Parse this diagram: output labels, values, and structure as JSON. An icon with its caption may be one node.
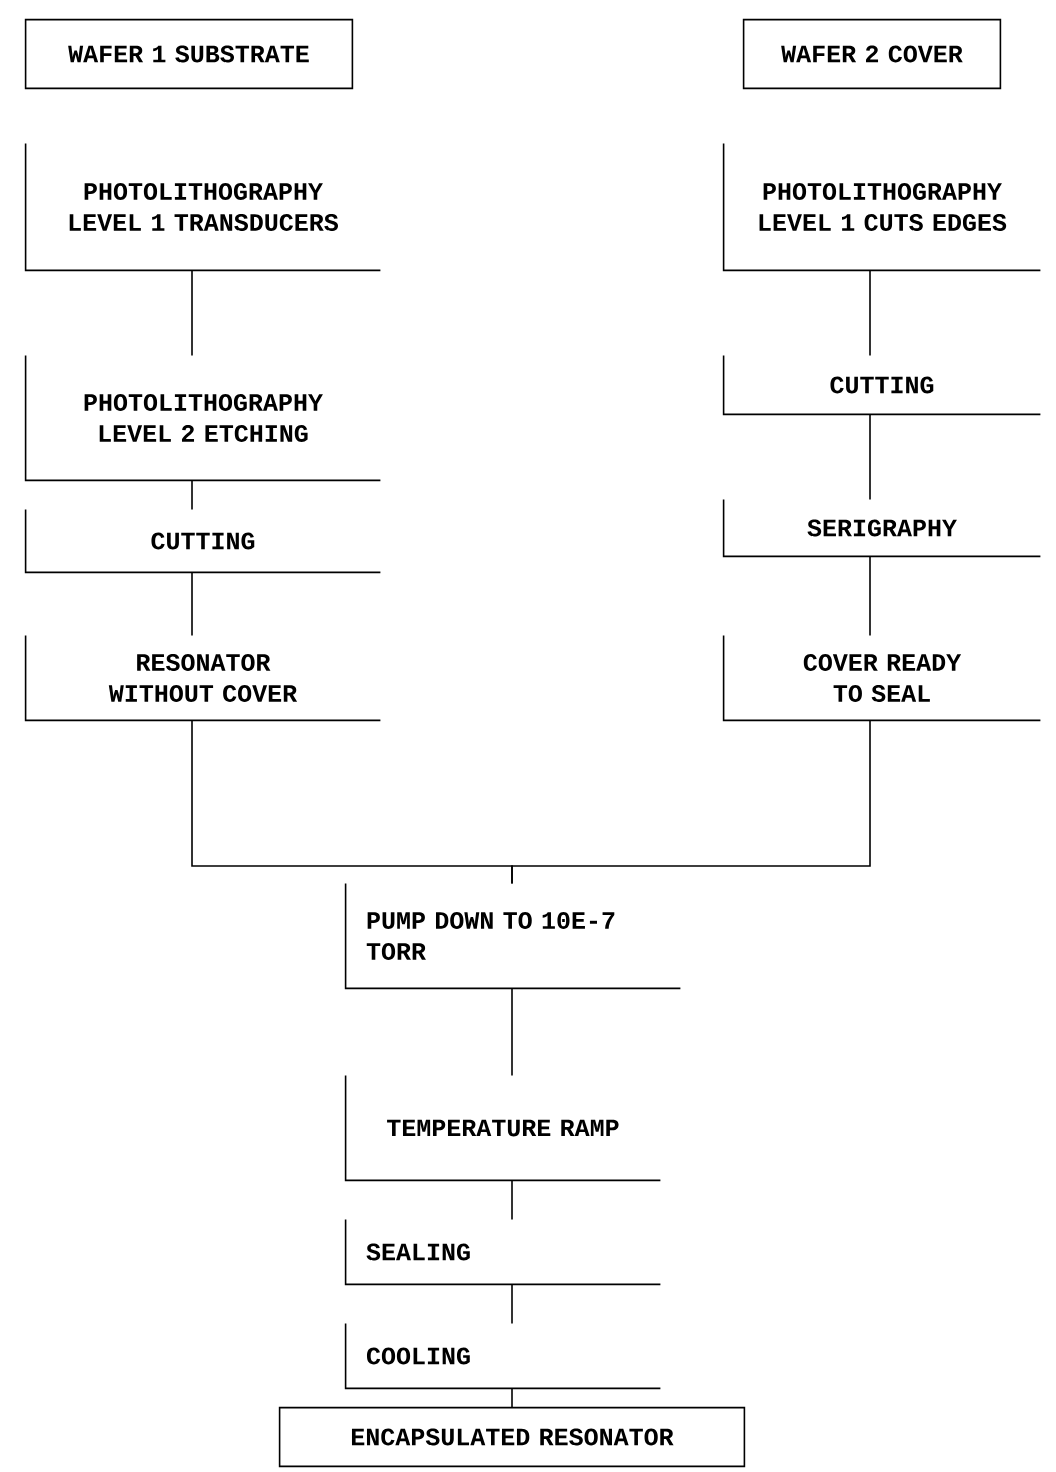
{
  "diagram": {
    "nodes": [
      {
        "text": [
          "WAFER 1 SUBSTRATE"
        ]
      },
      {
        "text": [
          "PHOTOLITHOGRAPHY LEVEL 1 TRANSDUCERS"
        ]
      },
      {
        "text": [
          "PHOTOLITHOGRAPHY LEVEL 2 ETCHING"
        ]
      },
      {
        "text": [
          "CUTTING"
        ]
      },
      {
        "text": [
          "RESONATOR WITHOUT COVER"
        ]
      },
      {
        "text": [
          "WAFER 2 COVER"
        ]
      },
      {
        "text": [
          "PHOTOLITHOGRAPHY LEVEL 1 CUTS EDGES"
        ]
      },
      {
        "text": [
          "CUTTING"
        ]
      },
      {
        "text": [
          "SERIGRAPHY"
        ]
      },
      {
        "text": [
          "COVER READY TO SEAL"
        ]
      },
      {
        "text": [
          "PUMP DOWN TO 10E-7 TORR"
        ]
      },
      {
        "text": [
          "TEMPERATURE RAMP"
        ]
      },
      {
        "text": [
          "SEALING"
        ]
      },
      {
        "text": [
          "COOLING"
        ]
      },
      {
        "text": [
          "ENCAPSULATED RESONATOR"
        ]
      }
    ],
    "edges": [
      {
        "from": 1,
        "to": 2,
        "arrow": "none"
      },
      {
        "from": 2,
        "to": 3,
        "arrow": "none"
      },
      {
        "from": 3,
        "to": 4,
        "arrow": "none"
      },
      {
        "from": 6,
        "to": 7,
        "arrow": "none"
      },
      {
        "from": 7,
        "to": 8,
        "arrow": "none"
      },
      {
        "from": 8,
        "to": 9,
        "arrow": "none"
      },
      {
        "from": 4,
        "to": 10,
        "arrow": "none"
      },
      {
        "from": 9,
        "to": 10,
        "arrow": "none"
      },
      {
        "from": 10,
        "to": 11,
        "arrow": "none"
      },
      {
        "from": 11,
        "to": 12,
        "arrow": "none"
      },
      {
        "from": 12,
        "to": 13,
        "arrow": "none"
      },
      {
        "from": 13,
        "to": 14,
        "arrow": "none"
      }
    ]
  }
}
